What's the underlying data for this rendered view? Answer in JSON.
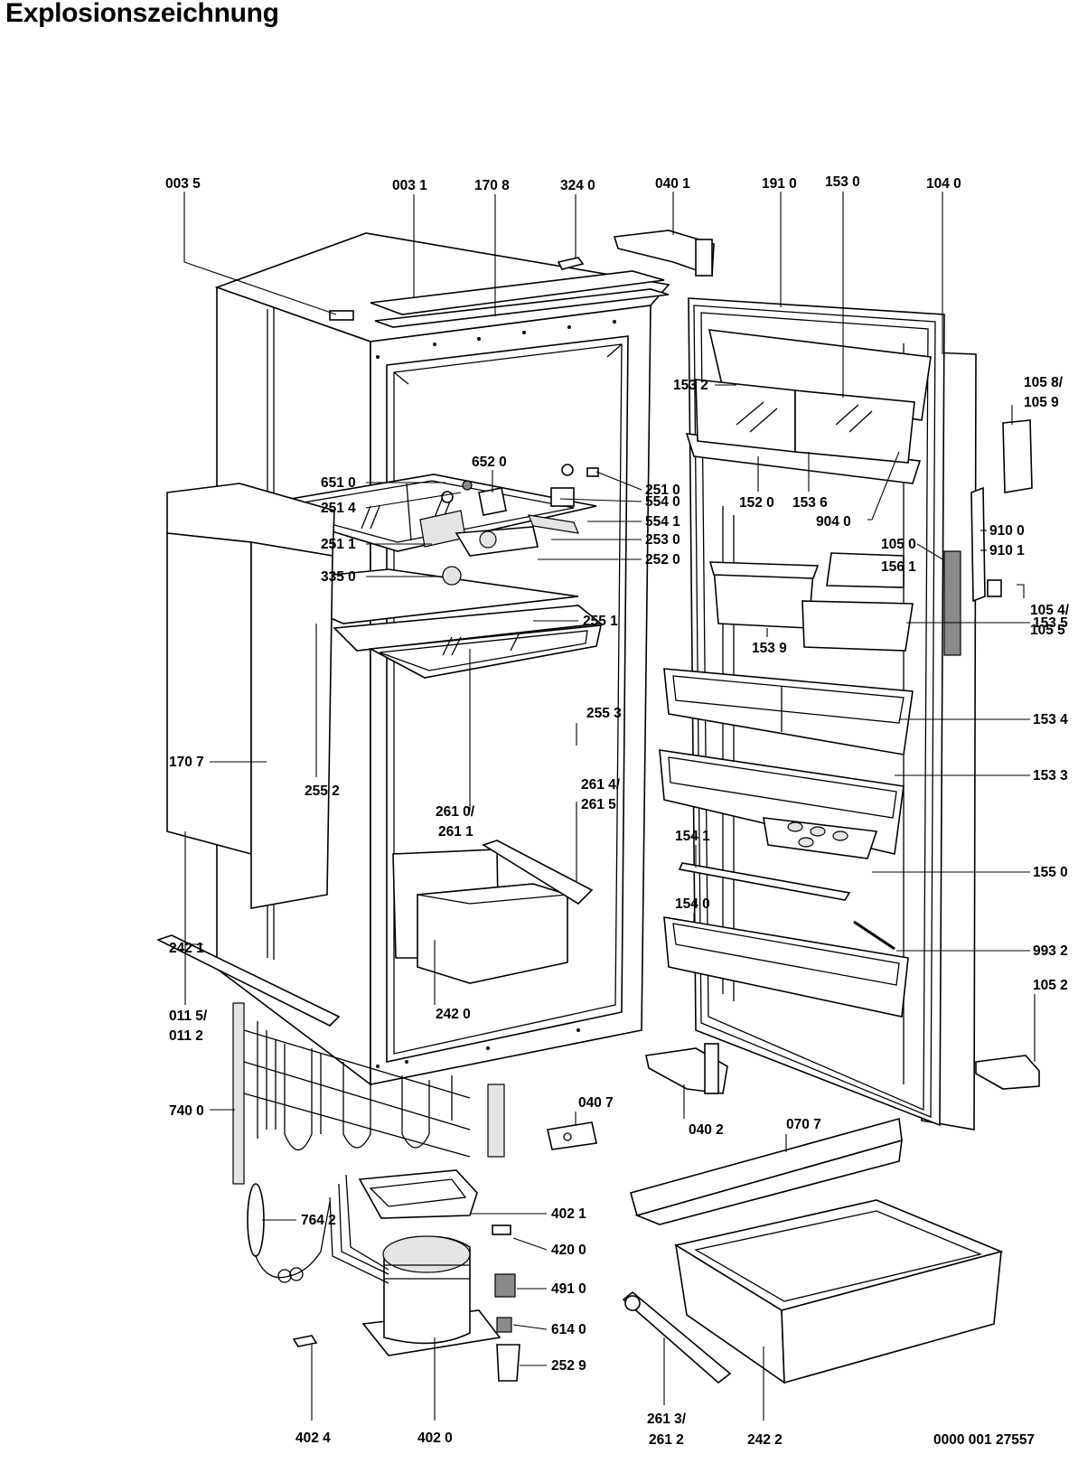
{
  "title": "Explosionszeichnung",
  "drawing_number": "0000 001 27557",
  "callouts": {
    "c0035": "003 5",
    "c0031": "003 1",
    "c1708": "170 8",
    "c3240": "324 0",
    "c0401": "040 1",
    "c1910": "191 0",
    "c1530": "153 0",
    "c1040": "104 0",
    "c1058": "105 8/",
    "c1059": "105 9",
    "c1532": "153 2",
    "c6520": "652 0",
    "c6510": "651 0",
    "c2510": "251 0",
    "c2514": "251 4",
    "c5540": "554 0",
    "c5541": "554 1",
    "c2511": "251 1",
    "c2530": "253 0",
    "c2520": "252 0",
    "c3350": "335 0",
    "c1520": "152 0",
    "c1536": "153 6",
    "c9040": "904 0",
    "c9100": "910 0",
    "c9101": "910 1",
    "c1050": "105 0",
    "c1561": "156 1",
    "c1054": "105 4/",
    "c1055": "105 5",
    "c1539": "153 9",
    "c1535": "153 5",
    "c2551": "255 1",
    "c1534": "153 4",
    "c2553": "255 3",
    "c1707": "170 7",
    "c2552": "255 2",
    "c1533": "153 3",
    "c2614": "261 4/",
    "c2615": "261 5",
    "c2610": "261 0/",
    "c2611": "261 1",
    "c1541": "154 1",
    "c1550": "155 0",
    "c2421": "242 1",
    "c1540": "154 0",
    "c9932": "993 2",
    "c0115": "011 5/",
    "c0112": "011 2",
    "c2420": "242 0",
    "c1052": "105 2",
    "c0407": "040 7",
    "c0402": "040 2",
    "c7400": "740 0",
    "c0707": "070 7",
    "c4021": "402 1",
    "c7642": "764 2",
    "c4200": "420 0",
    "c4910": "491 0",
    "c6140": "614 0",
    "c2529": "252 9",
    "c4024": "402 4",
    "c4020": "402 0",
    "c2613": "261 3/",
    "c2612": "261 2",
    "c2422": "242 2"
  }
}
